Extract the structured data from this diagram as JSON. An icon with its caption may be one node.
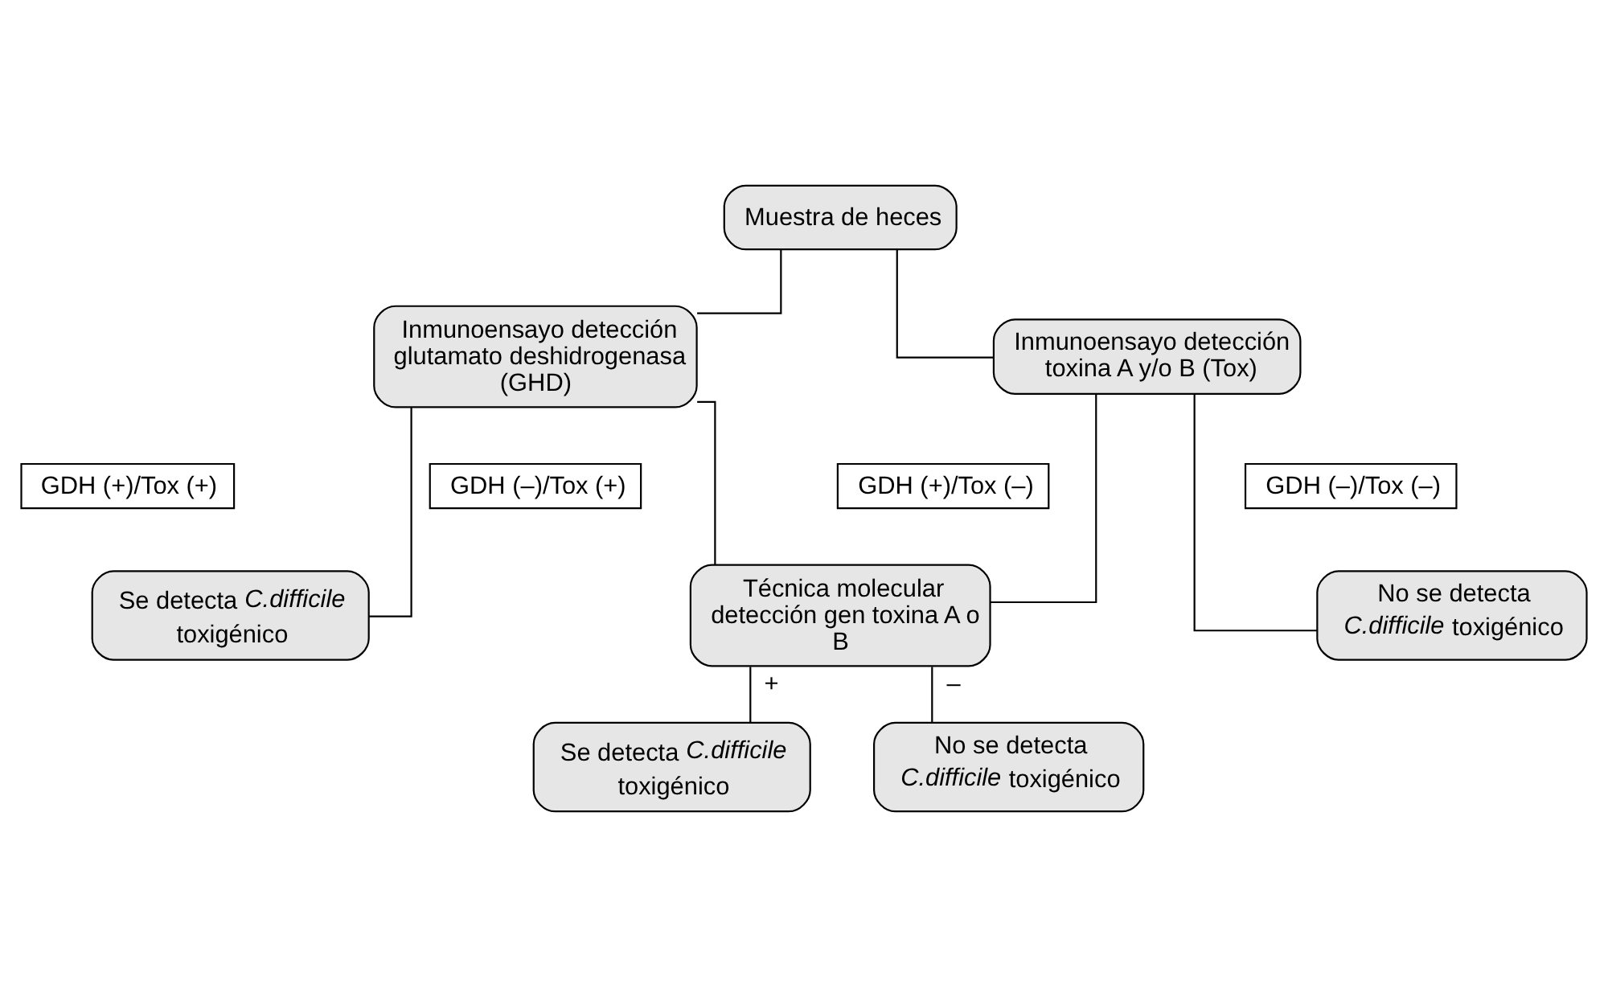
{
  "diagram": {
    "nodes": [
      {
        "text": [
          "Muestra de heces"
        ]
      },
      {
        "text": [
          "Inmunoensayo detección glutamato deshidrogenasa (GHD)"
        ]
      },
      {
        "text": [
          "Inmunoensayo detección toxina A y/o B (Tox)"
        ]
      },
      {
        "text": [
          "GDH (+)/Tox (+)"
        ]
      },
      {
        "text": [
          "GDH (–)/Tox (+)"
        ]
      },
      {
        "text": [
          "GDH (+)/Tox (–)"
        ]
      },
      {
        "text": [
          "GDH (–)/Tox (–)"
        ]
      },
      {
        "text": [
          "Se detecta *C.difficile* toxigénico"
        ]
      },
      {
        "text": [
          "Técnica molecular detección gen toxina A o B"
        ]
      },
      {
        "text": [
          "No se detecta *C.difficile* toxigénico"
        ]
      },
      {
        "text": [
          "Se detecta *C.difficile* toxigénico"
        ]
      },
      {
        "text": [
          "No se detecta *C.difficile* toxigénico"
        ]
      }
    ],
    "edges": [
      {
        "from": 0,
        "to": 1,
        "arrow": "none"
      },
      {
        "from": 0,
        "to": 2,
        "arrow": "none"
      },
      {
        "from": 1,
        "to": 7,
        "arrow": "none"
      },
      {
        "from": 1,
        "to": 8,
        "arrow": "none"
      },
      {
        "from": 2,
        "to": 8,
        "arrow": "none"
      },
      {
        "from": 2,
        "to": 9,
        "arrow": "none"
      },
      {
        "from": 8,
        "to": 10,
        "label": "+",
        "arrow": "none"
      },
      {
        "from": 8,
        "to": 11,
        "label": "–",
        "arrow": "none"
      }
    ]
  }
}
